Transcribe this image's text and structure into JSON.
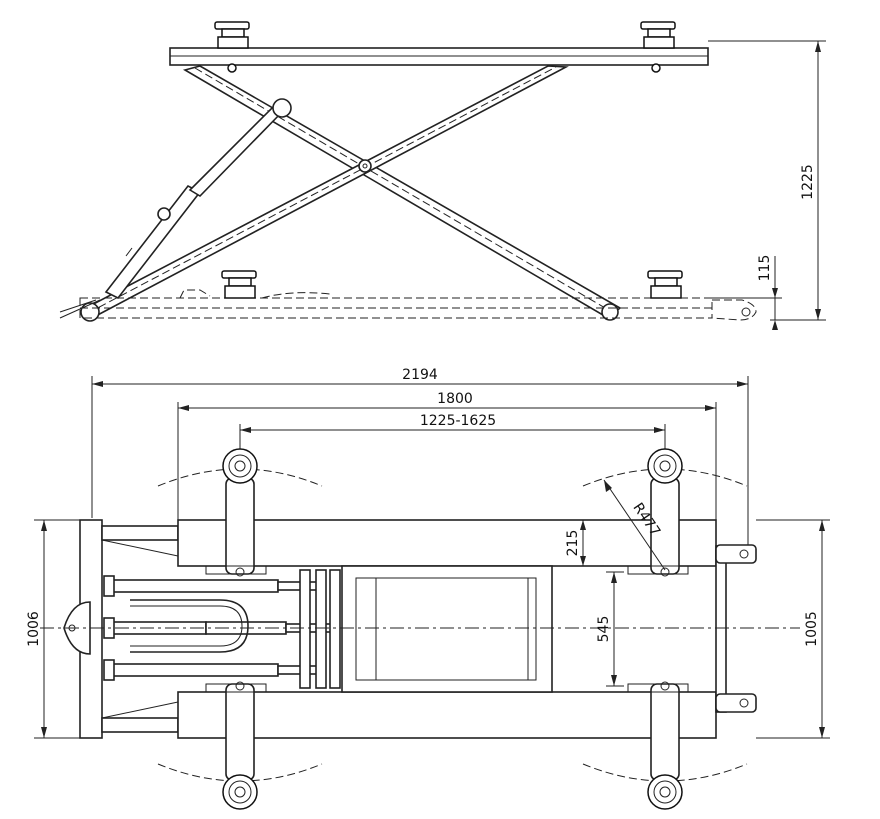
{
  "dimensions": {
    "height_raised": "1225",
    "height_lowered": "115",
    "overall_length": "2194",
    "platform_length": "1800",
    "arm_span": "1225-1625",
    "arm_radius": "R477",
    "inner_width": "545",
    "arm_offset": "215",
    "overall_width_left": "1006",
    "overall_width_right": "1005"
  }
}
